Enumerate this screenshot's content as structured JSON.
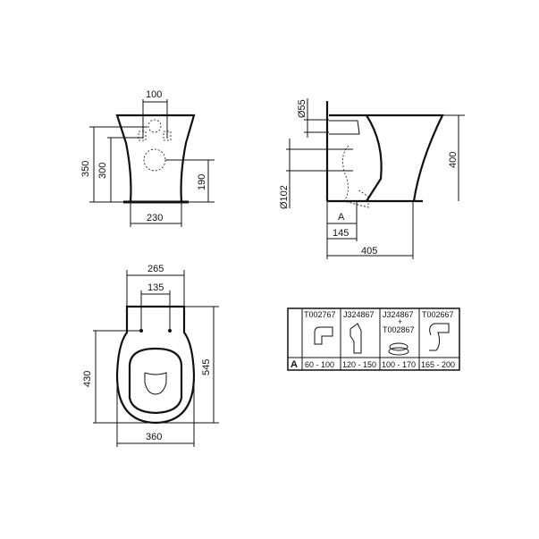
{
  "front_view": {
    "dims": {
      "top_width": "100",
      "height_total": "350",
      "height_inlet": "300",
      "height_outlet": "190",
      "base_width": "230"
    }
  },
  "side_view": {
    "dims": {
      "inlet_dia": "Ø55",
      "outlet_dia": "Ø102",
      "height": "400",
      "a_label": "A",
      "outlet_offset": "145",
      "depth": "405"
    }
  },
  "top_view": {
    "dims": {
      "width_top": "265",
      "fixing_spacing": "135",
      "fixing_to_front": "430",
      "length": "545",
      "width": "360"
    }
  },
  "connector_table": {
    "row_label": "A",
    "columns": [
      {
        "code": "T002767",
        "range": "60 - 100"
      },
      {
        "code": "J324867",
        "range": "120 - 150"
      },
      {
        "code": "J324867",
        "plus": "+",
        "code2": "T002867",
        "range": "100 - 170"
      },
      {
        "code": "T002667",
        "range": "165 - 200"
      }
    ]
  }
}
